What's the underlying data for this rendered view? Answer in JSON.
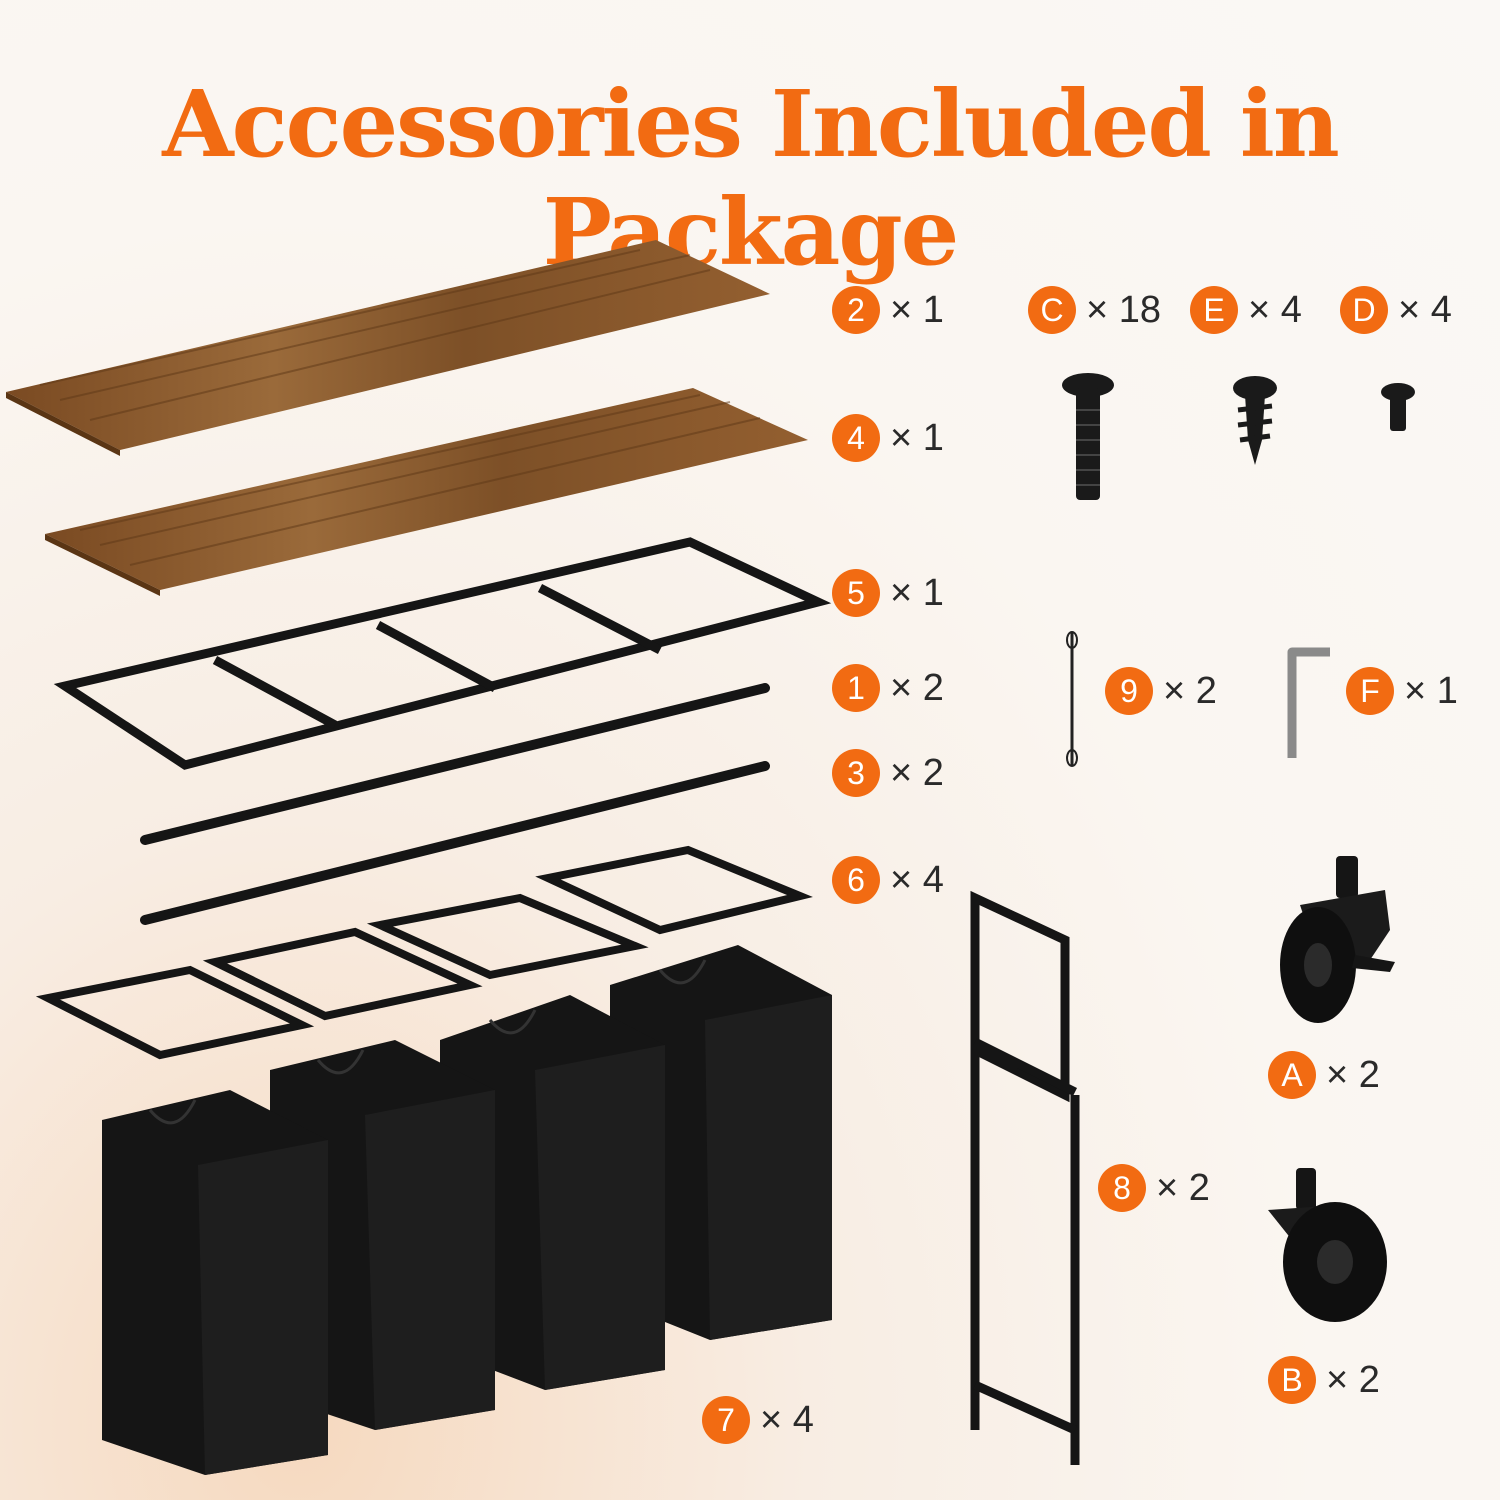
{
  "title": "Accessories Included in Package",
  "colors": {
    "accent": "#f26b12",
    "wood": "#8a5a2b",
    "metal": "#151515"
  },
  "parts": [
    {
      "id": "2",
      "qty": "× 1",
      "name": "top-board"
    },
    {
      "id": "4",
      "qty": "× 1",
      "name": "middle-board"
    },
    {
      "id": "5",
      "qty": "× 1",
      "name": "upper-frame"
    },
    {
      "id": "1",
      "qty": "× 2",
      "name": "long-bar"
    },
    {
      "id": "3",
      "qty": "× 2",
      "name": "long-bar-b"
    },
    {
      "id": "6",
      "qty": "× 4",
      "name": "small-frame"
    },
    {
      "id": "7",
      "qty": "× 4",
      "name": "laundry-bag"
    },
    {
      "id": "8",
      "qty": "× 2",
      "name": "side-frame"
    },
    {
      "id": "9",
      "qty": "× 2",
      "name": "anti-tip-strap"
    },
    {
      "id": "F",
      "qty": "× 1",
      "name": "allen-key"
    },
    {
      "id": "C",
      "qty": "× 18",
      "name": "long-bolt"
    },
    {
      "id": "E",
      "qty": "× 4",
      "name": "wood-screw"
    },
    {
      "id": "D",
      "qty": "× 4",
      "name": "short-bolt"
    },
    {
      "id": "A",
      "qty": "× 2",
      "name": "locking-caster"
    },
    {
      "id": "B",
      "qty": "× 2",
      "name": "caster"
    }
  ]
}
